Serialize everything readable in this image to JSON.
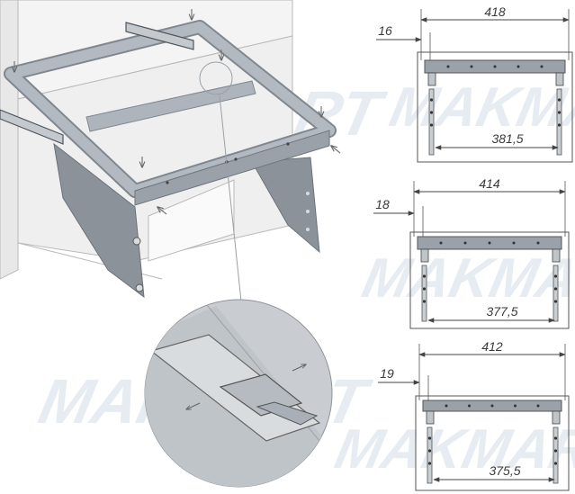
{
  "watermark": {
    "text": "MAKMART"
  },
  "colors": {
    "frame": "#aeb5be",
    "frame_dark": "#7e868f",
    "side_plate": "#8c939b",
    "cabinet": "#f3f3f3",
    "zoom_bg": "#c9cdd2",
    "dimension": "#444444"
  },
  "icons": [
    "down-arrow-icon",
    "diagonal-arrow-icon",
    "motion-arrow-icon"
  ],
  "configurations": [
    {
      "overall_width": "418",
      "offset": "16",
      "inner_width": "381,5"
    },
    {
      "overall_width": "414",
      "offset": "18",
      "inner_width": "377,5"
    },
    {
      "overall_width": "412",
      "offset": "19",
      "inner_width": "375,5"
    }
  ]
}
